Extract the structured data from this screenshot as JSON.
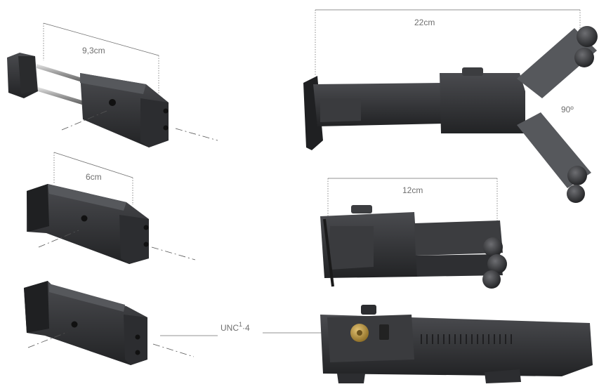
{
  "colors": {
    "background": "#ffffff",
    "product_dark": "#2b2b2d",
    "product_mid": "#3c3d40",
    "product_light": "#56585c",
    "brass": "#b8903a",
    "dimension_line": "#6f6f6f"
  },
  "dimensions": {
    "clamp_extended_width": "9,3cm",
    "clamp_closed_width": "6cm",
    "tablet_arm_extended_width": "22cm",
    "tablet_arm_closed_width": "12cm",
    "arm_angle": "90º"
  },
  "thread": {
    "prefix": "UNC",
    "superscript": "1",
    "suffix": "·4"
  }
}
